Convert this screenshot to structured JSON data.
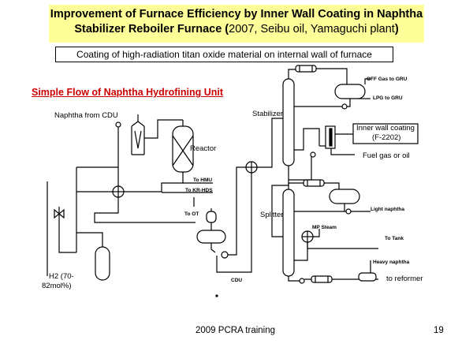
{
  "header": {
    "title_line1": "Improvement of Furnace Efficiency by Inner Wall Coating in Naphtha",
    "title_line2_bold": "Stabilizer Reboiler Furnace (",
    "title_line2_normal": "2007, Seibu oil, Yamaguchi plant",
    "title_line2_end": ")",
    "subtitle": "Coating of high-radiation titan oxide material on internal wall of furnace"
  },
  "diagram": {
    "flow_title": "Simple Flow of Naphtha Hydrofining Unit",
    "labels": {
      "naphtha_from_cdu": "Naphtha from CDU",
      "reactor": "Reactor",
      "to_hmu": "To HMU",
      "to_kr_hds": "To KR-HDS",
      "to_ot": "To OT",
      "cdu": "CDU",
      "h2": "H2 (70-",
      "h2_2": "82mol%)",
      "stabilizer": "Stabilizer",
      "off_gas": "OFF Gas to GRU",
      "lpg": "LPG to GRU",
      "inner_wall_coating": "Inner wall coating",
      "f2202": "(F-2202)",
      "fuel_gas": "Fuel gas or oil",
      "splitter": "Splitter",
      "light_naphtha": "Light naphtha",
      "mp_steam": "MP Steam",
      "to_tank": "To Tank",
      "heavy_naphtha": "Heavy naphtha",
      "to_reformer": "to reformer"
    }
  },
  "footer": {
    "training": "2009 PCRA training",
    "page_number": "19"
  },
  "colors": {
    "title_bg": "#ffff99",
    "flow_title": "#cc0000"
  }
}
